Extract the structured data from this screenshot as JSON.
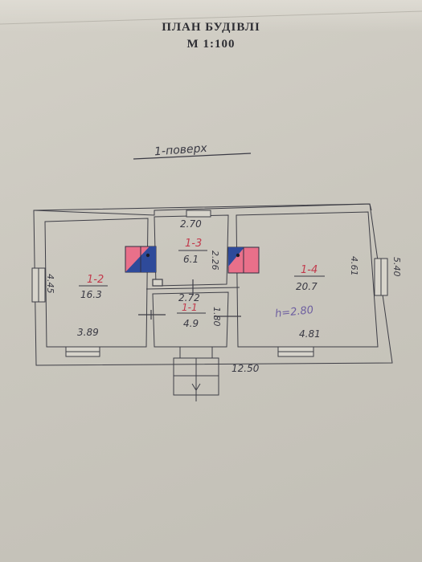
{
  "header": {
    "title": "ПЛАН БУДІВЛІ",
    "scale": "М 1:100"
  },
  "floor_label": "1-поверх",
  "overall_width_dim": "12.50",
  "overall_depth_dim": "5.40",
  "ceiling_height_note": "h=2.80",
  "rooms": [
    {
      "number": "1-2",
      "area": "16.3",
      "width": "3.89",
      "depth": "4.45"
    },
    {
      "number": "1-3",
      "area": "6.1",
      "width": "2.70",
      "depth": "2.26"
    },
    {
      "number": "1-1",
      "area": "4.9",
      "width": "2.72",
      "depth": "1.80"
    },
    {
      "number": "1-4",
      "area": "20.7",
      "width": "4.81",
      "depth": "4.61"
    }
  ],
  "colors": {
    "ink": "#3a3a44",
    "room_number_red": "#c23a4c",
    "heater_pink": "#e9708a",
    "heater_blue": "#2e4a9a",
    "note_violet": "#6e5fa0"
  }
}
